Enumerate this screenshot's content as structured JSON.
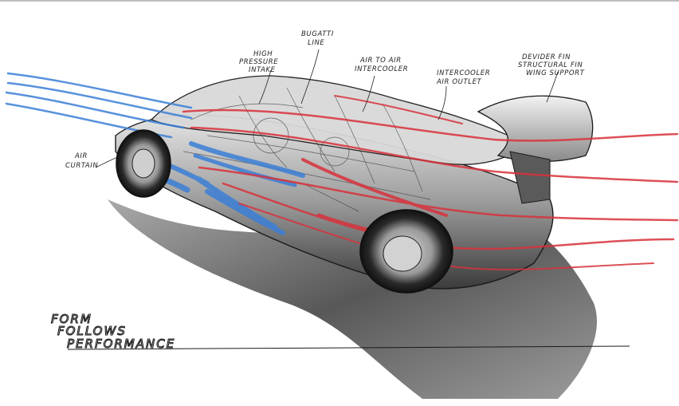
{
  "annotations": {
    "high_pressure_intake": [
      "HIGH",
      "PRESSURE",
      "INTAKE"
    ],
    "bugatti_line": [
      "BUGATTI",
      "LINE"
    ],
    "air_to_air_intercooler": [
      "AIR TO AIR",
      "INTERCOOLER"
    ],
    "intercooler_air_outlet": [
      "INTERCOOLER",
      "AIR OUTLET"
    ],
    "devider_fin": [
      "DEVIDER FIN",
      "STRUCTURAL FIN",
      "WING SUPPORT"
    ],
    "air_curtain": [
      "AIR",
      "CURTAIN"
    ]
  },
  "tagline": [
    "FORM",
    "FOLLOWS",
    "PERFORMANCE"
  ],
  "colors": {
    "cold_air": "#3b7fd6",
    "hot_air": "#d8323c",
    "ink": "#1a1a1a",
    "body_shade": "#6b6b6b",
    "shadow": "#4a4a4a"
  }
}
